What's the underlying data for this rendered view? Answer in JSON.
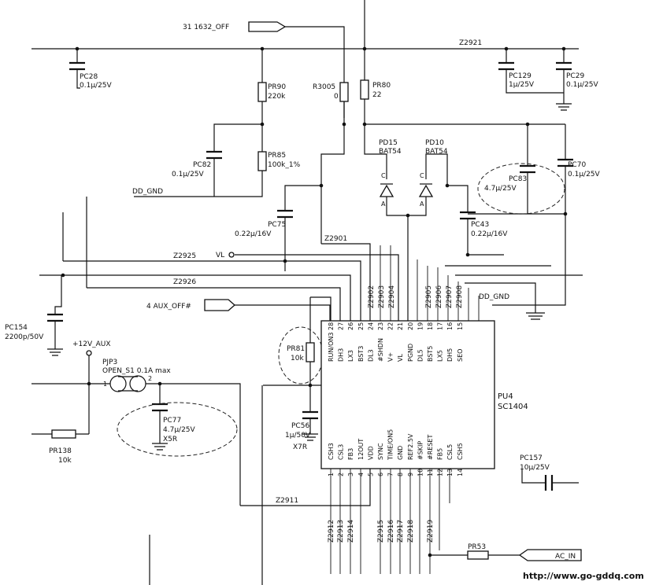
{
  "nets": {
    "n1632": "31  1632_OFF",
    "z2921": "Z2921",
    "z2925": "Z2925",
    "z2926": "Z2926",
    "z2901": "Z2901",
    "z2911": "Z2911",
    "dd_gnd_left": "DD_GND",
    "dd_gnd_right": "DD_GND",
    "vl": "VL",
    "aux_off": "4  AUX_OFF#",
    "aux12": "+12V_AUX",
    "ac_in": "AC_IN",
    "bottom_nets": [
      "Z2912",
      "Z2913",
      "Z2914",
      "Z2915",
      "Z2916",
      "Z2917",
      "Z2918",
      "Z2919"
    ],
    "top_nets": [
      "Z2902",
      "Z2903",
      "Z2904",
      "Z2905",
      "Z2906",
      "Z2907",
      "Z2908"
    ]
  },
  "parts": {
    "pc28": {
      "ref": "PC28",
      "value": "0.1μ/25V"
    },
    "pr90": {
      "ref": "PR90",
      "value": "220k"
    },
    "r3005": {
      "ref": "R3005",
      "value": "0"
    },
    "pr80": {
      "ref": "PR80",
      "value": "22"
    },
    "pc129": {
      "ref": "PC129",
      "value": "1μ/25V"
    },
    "pc29": {
      "ref": "PC29",
      "value": "0.1μ/25V"
    },
    "pc82": {
      "ref": "PC82",
      "value": "0.1μ/25V"
    },
    "pr85": {
      "ref": "PR85",
      "value": "100k_1%"
    },
    "pd15": {
      "ref": "PD15",
      "value": "BAT54"
    },
    "pd10": {
      "ref": "PD10",
      "value": "BAT54"
    },
    "pc83": {
      "ref": "PC83",
      "value": "4.7μ/25V"
    },
    "pc70": {
      "ref": "PC70",
      "value": "0.1μ/25V"
    },
    "pc75": {
      "ref": "PC75",
      "value": "0.22μ/16V"
    },
    "pc43": {
      "ref": "PC43",
      "value": "0.22μ/16V"
    },
    "pc154": {
      "ref": "PC154",
      "value": "2200p/50V"
    },
    "pr81": {
      "ref": "PR81",
      "value": "10k"
    },
    "pjp3": {
      "ref": "PJP3",
      "value": "OPEN_S1  0.1A max"
    },
    "pc77": {
      "ref": "PC77",
      "value": "4.7μ/25V",
      "extra": "X5R"
    },
    "pc56": {
      "ref": "PC56",
      "value": "1μ/50V",
      "extra": "X7R"
    },
    "pr138": {
      "ref": "PR138",
      "value": "10k"
    },
    "pc157": {
      "ref": "PC157",
      "value": "10μ/25V"
    },
    "pr53": {
      "ref": "PR53",
      "value": ""
    }
  },
  "diode_pins": {
    "c": "C",
    "a": "A"
  },
  "fuse_pins": {
    "p1": "1",
    "p2": "2"
  },
  "ic": {
    "ref": "PU4",
    "part": "SC1404",
    "top_pins": [
      {
        "num": "28",
        "name": "RUN/ON3"
      },
      {
        "num": "27",
        "name": "DH3"
      },
      {
        "num": "26",
        "name": "LX3"
      },
      {
        "num": "25",
        "name": "BST3"
      },
      {
        "num": "24",
        "name": "DL3"
      },
      {
        "num": "23",
        "name": "#SHDN"
      },
      {
        "num": "22",
        "name": "V+"
      },
      {
        "num": "21",
        "name": "VL"
      },
      {
        "num": "20",
        "name": "PGND"
      },
      {
        "num": "19",
        "name": "DL5"
      },
      {
        "num": "18",
        "name": "BST5"
      },
      {
        "num": "17",
        "name": "LX5"
      },
      {
        "num": "16",
        "name": "DH5"
      },
      {
        "num": "15",
        "name": "SEO"
      }
    ],
    "bottom_pins": [
      {
        "num": "1",
        "name": "CSH3"
      },
      {
        "num": "2",
        "name": "CSL3"
      },
      {
        "num": "3",
        "name": "FB3"
      },
      {
        "num": "4",
        "name": "12OUT"
      },
      {
        "num": "5",
        "name": "VDD"
      },
      {
        "num": "6",
        "name": "SYNC"
      },
      {
        "num": "7",
        "name": "TIME/ON5"
      },
      {
        "num": "8",
        "name": "GND"
      },
      {
        "num": "9",
        "name": "REF2.5V"
      },
      {
        "num": "10",
        "name": "#SKIP"
      },
      {
        "num": "11",
        "name": "#RESET"
      },
      {
        "num": "12",
        "name": "FB5"
      },
      {
        "num": "13",
        "name": "CSL5"
      },
      {
        "num": "14",
        "name": "CSH5"
      }
    ]
  },
  "watermark": "http://www.go-gddq.com"
}
